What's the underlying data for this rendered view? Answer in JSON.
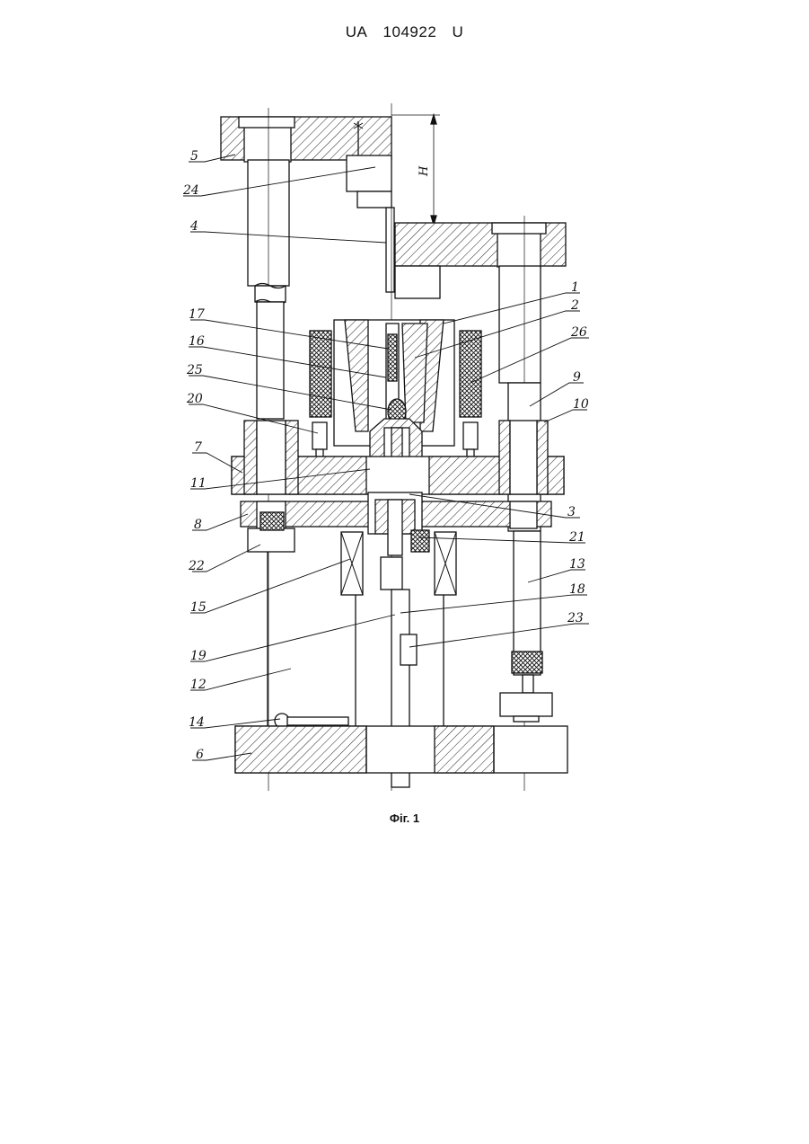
{
  "header": {
    "country": "UA",
    "number": "104922",
    "kind": "U"
  },
  "caption": "Фіг. 1",
  "dimension_label": "H",
  "part_labels": {
    "l1": "1",
    "l2": "2",
    "l3": "3",
    "l4": "4",
    "l5": "5",
    "l6": "6",
    "l7": "7",
    "l8": "8",
    "l9": "9",
    "l10": "10",
    "l11": "11",
    "l12": "12",
    "l13": "13",
    "l14": "14",
    "l15": "15",
    "l16": "16",
    "l17": "17",
    "l18": "18",
    "l19": "19",
    "l20": "20",
    "l21": "21",
    "l22": "22",
    "l23": "23",
    "l24": "24",
    "l25": "25",
    "l26": "26"
  }
}
